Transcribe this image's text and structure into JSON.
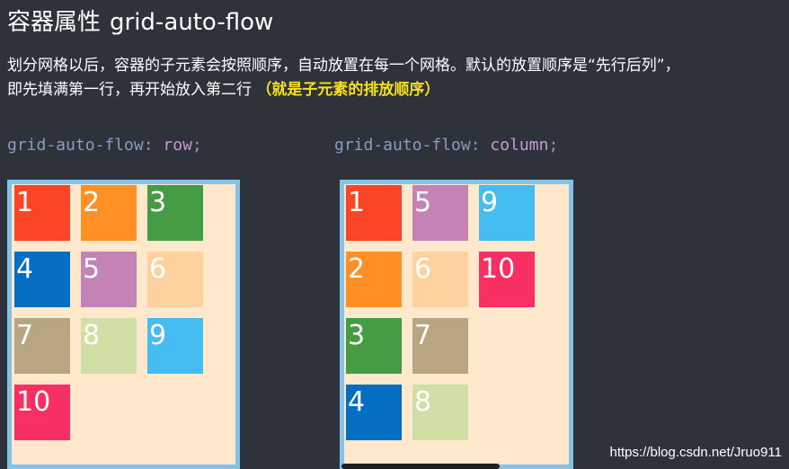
{
  "title": {
    "cn": "容器属性",
    "en": "grid-auto-flow"
  },
  "description": {
    "line1": "划分网格以后，容器的子元素会按照顺序，自动放置在每一个网格。默认的放置顺序是“先行后列”，",
    "line2_pre": "即先填满第一行，再开始放入第二行 ",
    "line2_highlight": "（就是子元素的排放顺序）"
  },
  "examples": [
    {
      "property": "grid-auto-flow:",
      "value": "row",
      "semi": ";",
      "cells": [
        {
          "label": "1",
          "color": "#fb4526"
        },
        {
          "label": "2",
          "color": "#fe9026"
        },
        {
          "label": "3",
          "color": "#459c45"
        },
        {
          "label": "4",
          "color": "#036ec2"
        },
        {
          "label": "5",
          "color": "#c383b4"
        },
        {
          "label": "6",
          "color": "#fdd29e"
        },
        {
          "label": "7",
          "color": "#b8a682"
        },
        {
          "label": "8",
          "color": "#cfdfa6"
        },
        {
          "label": "9",
          "color": "#46bdf0"
        },
        {
          "label": "10",
          "color": "#f72f62"
        }
      ]
    },
    {
      "property": "grid-auto-flow:",
      "value": "column",
      "semi": ";",
      "cells": [
        {
          "label": "1",
          "color": "#fb4526"
        },
        {
          "label": "2",
          "color": "#fe9026"
        },
        {
          "label": "3",
          "color": "#459c45"
        },
        {
          "label": "4",
          "color": "#036ec2"
        },
        {
          "label": "5",
          "color": "#c383b4"
        },
        {
          "label": "6",
          "color": "#fdd29e"
        },
        {
          "label": "7",
          "color": "#b8a682"
        },
        {
          "label": "8",
          "color": "#cfdfa6"
        },
        {
          "label": "9",
          "color": "#46bdf0"
        },
        {
          "label": "10",
          "color": "#f72f62"
        }
      ]
    }
  ],
  "watermark": "https://blog.csdn.net/Jruo911"
}
